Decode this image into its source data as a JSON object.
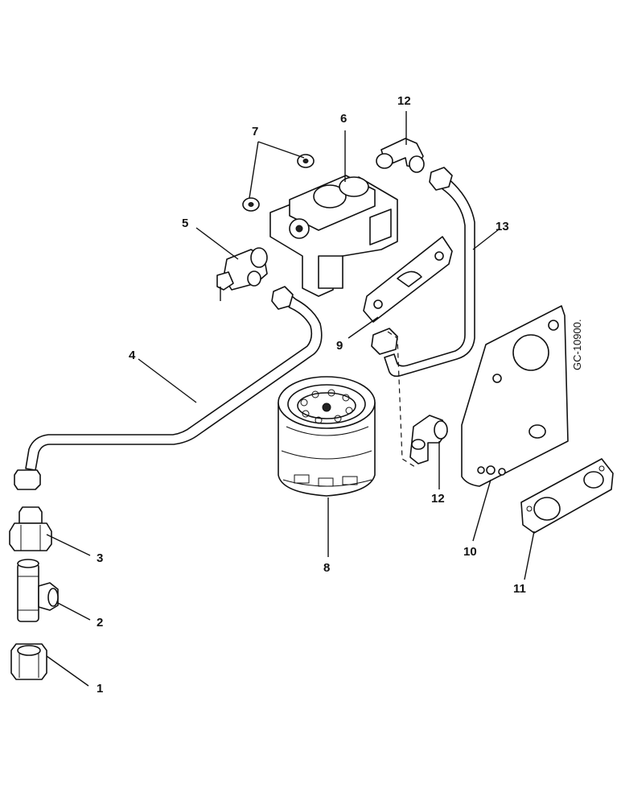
{
  "drawing_code": "GC-10900.",
  "callouts": {
    "c1": "1",
    "c2": "2",
    "c3": "3",
    "c4": "4",
    "c5": "5",
    "c6": "6",
    "c7": "7",
    "c8": "8",
    "c9": "9",
    "c10": "10",
    "c11": "11",
    "c12a": "12",
    "c12b": "12",
    "c13": "13"
  }
}
